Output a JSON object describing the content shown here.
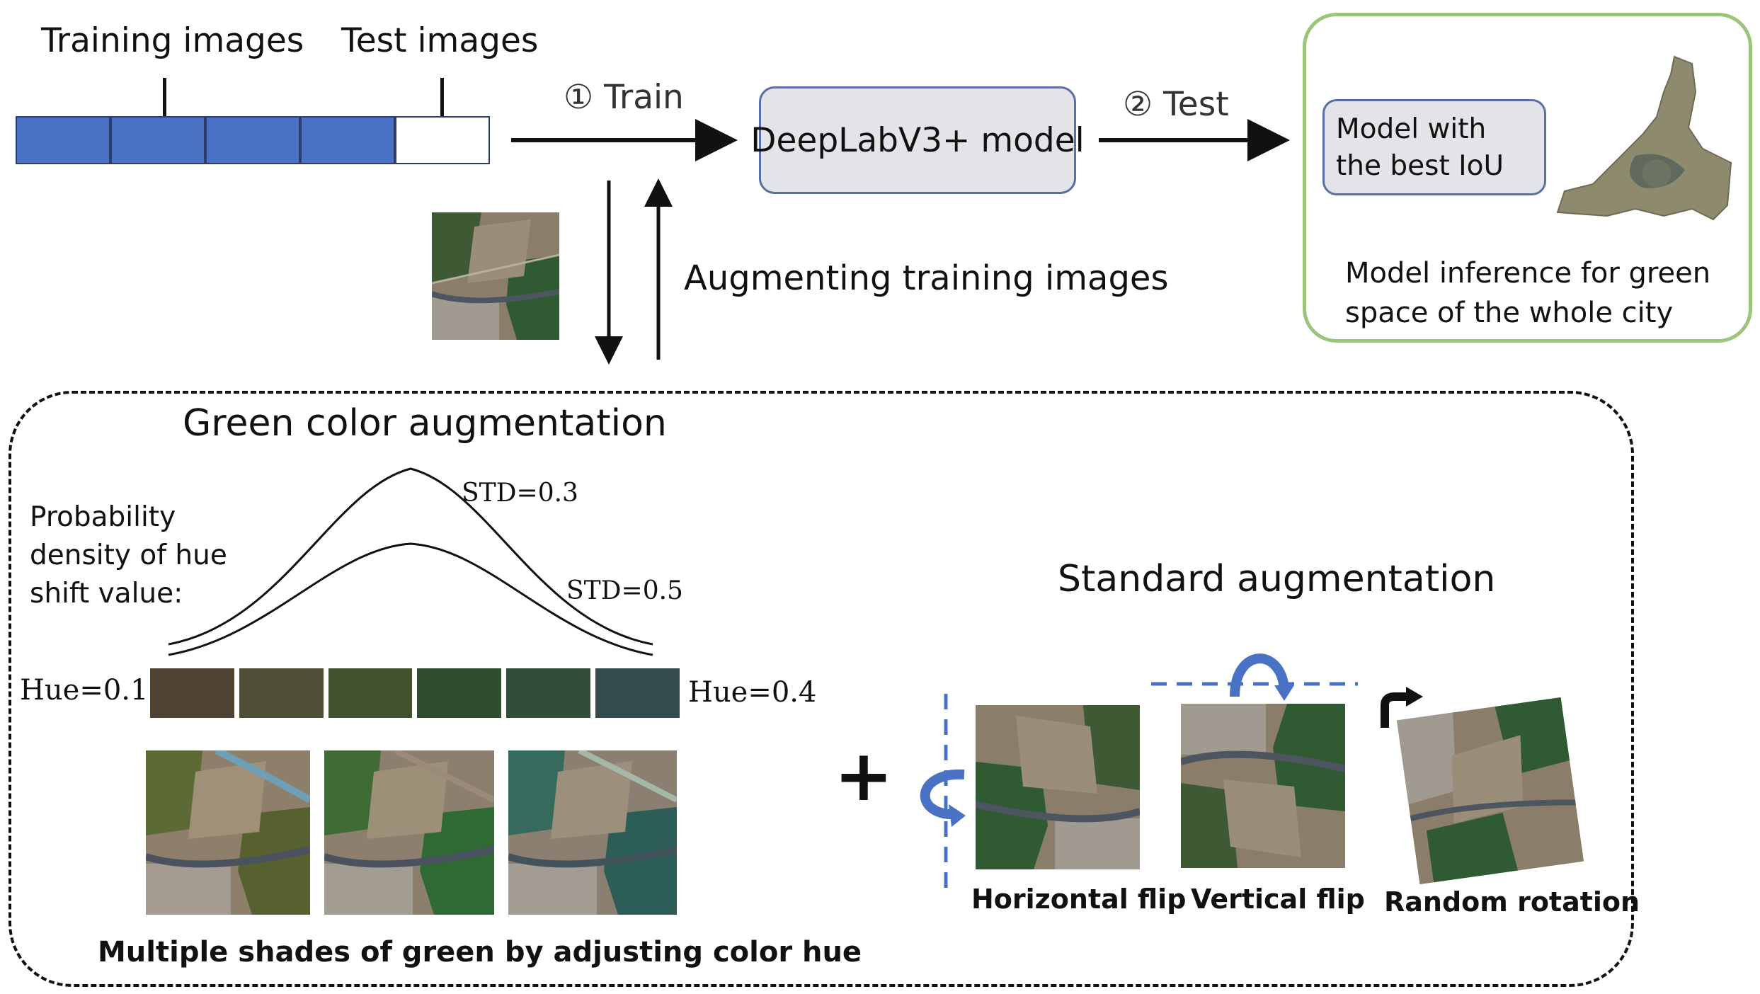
{
  "split": {
    "training_label": "Training images",
    "test_label": "Test images",
    "training_color": "#4a72c4",
    "test_color": "#ffffff"
  },
  "flow": {
    "train_step": "① Train",
    "test_step": "② Test",
    "model_label": "DeepLabV3+ model",
    "augment_label": "Augmenting training images"
  },
  "inference": {
    "best_model_label": "Model with the best IoU",
    "caption": "Model inference for green space of the whole city",
    "border_color": "#9cc57c"
  },
  "green_aug": {
    "title": "Green color augmentation",
    "density_label": "Probability density of hue shift value:",
    "std_narrow": "STD=0.3",
    "std_wide": "STD=0.5",
    "hue_min": "Hue=0.1",
    "hue_max": "Hue=0.4",
    "swatch_colors": [
      "#4f4233",
      "#4f4d35",
      "#42512f",
      "#2f4d2f",
      "#334d3b",
      "#344b4c"
    ],
    "caption": "Multiple shades of green by adjusting color hue"
  },
  "standard_aug": {
    "title": "Standard augmentation",
    "plus": "+",
    "hflip": "Horizontal flip",
    "vflip": "Vertical flip",
    "rotation": "Random rotation",
    "accent_color": "#4a72c4"
  }
}
